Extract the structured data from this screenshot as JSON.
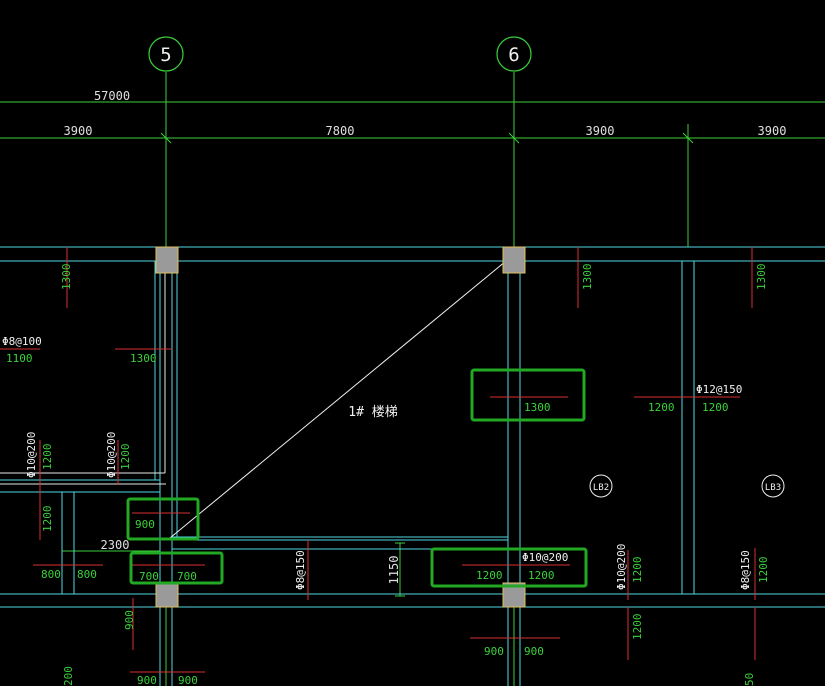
{
  "colors": {
    "background": "#000000",
    "grid_line": "#3bd13b",
    "wall_line": "#4fd6e0",
    "rebar_red": "#d83030",
    "highlight": "#22a822",
    "column_fill": "#9a9a9a",
    "text_white": "#f0f0f0",
    "text_green": "#3bd13b"
  },
  "axes": {
    "axis5": "5",
    "axis6": "6"
  },
  "dimensions": {
    "total": "57000",
    "seg1": "3900",
    "seg2": "7800",
    "seg3": "3900",
    "seg4": "3900",
    "d2300": "2300",
    "d1150": "1150"
  },
  "labels": {
    "stair": "1# 楼梯",
    "slab_lb2": "LB2",
    "slab_lb3": "LB3",
    "rebar_8_100": "Φ8@100",
    "rebar_10_200_a": "Φ10@200",
    "rebar_10_200_b": "Φ10@200",
    "rebar_10_200_c": "Φ10@200",
    "rebar_10_200_d": "Φ10@200",
    "rebar_8_150": "Φ8@150",
    "rebar_8_150_b": "Φ8@150",
    "rebar_12_150": "Φ12@150",
    "v1100": "1100",
    "v1300a": "1300",
    "v1300b": "1300",
    "v1300c": "1300",
    "v1300d": "1300",
    "v1300e": "1300",
    "v1200a": "1200",
    "v1200b": "1200",
    "v1200c": "1200",
    "v1200d": "1200",
    "v1200e": "1200",
    "v1200f": "1200",
    "v1200g": "1200",
    "v1200h": "1200",
    "v1200i": "1200",
    "v1200j": "1200",
    "v900a": "900",
    "v900b": "900",
    "v900c": "900",
    "v900d": "900",
    "v900e": "900",
    "v900f": "900",
    "v700a": "700",
    "v700b": "700",
    "v800a": "800",
    "v800b": "800",
    "v200": "200",
    "v50": "50"
  }
}
